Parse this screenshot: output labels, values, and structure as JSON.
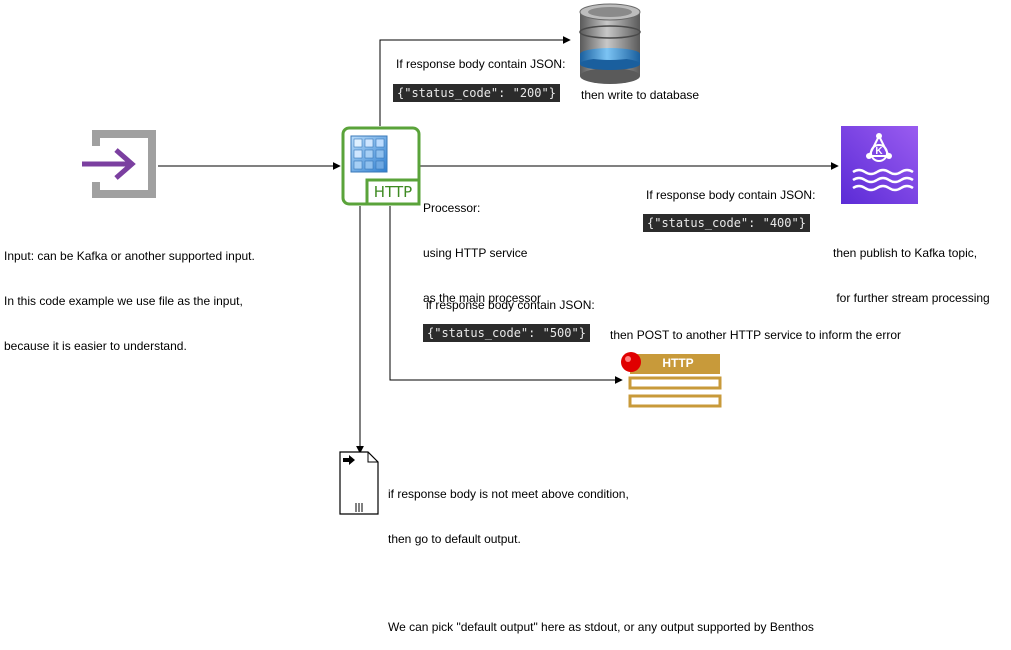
{
  "input": {
    "text_line1": "Input: can be Kafka or another supported input.",
    "text_line2": "In this code example we use file as the input,",
    "text_line3": "because it is easier to understand.",
    "icon": "input-arrow-icon"
  },
  "processor": {
    "badge": "HTTP",
    "text_line1": "Processor:",
    "text_line2": "using HTTP service",
    "text_line3": "as the main processor",
    "icon": "http-service-icon"
  },
  "database_branch": {
    "condition": "If response body contain JSON:",
    "code": "{\"status_code\": \"200\"}",
    "action": "then write to database",
    "icon": "database-icon"
  },
  "kafka_branch": {
    "condition": "If response body contain JSON:",
    "code": "{\"status_code\": \"400\"}",
    "action_line1": "then publish to Kafka topic,",
    "action_line2": " for further stream processing",
    "icon_letter": "K",
    "icon": "kafka-icon"
  },
  "error_branch": {
    "condition": "if response body contain JSON:",
    "code": "{\"status_code\": \"500\"}",
    "action": "then POST to another HTTP service to inform the error",
    "badge": "HTTP",
    "icon": "http-error-icon"
  },
  "default_branch": {
    "line1": "if response body is not meet above condition,",
    "line2": "then go to default output.",
    "line3": "We can pick \"default output\" here as stdout, or any output supported by Benthos",
    "icon": "output-file-icon"
  },
  "colors": {
    "input_arrow": "#7b3fa0",
    "processor_border": "#5aa33a",
    "kafka_bg": "#7b3fe4",
    "database_gray": "#7a7a7a",
    "database_blue": "#2f8fd8",
    "http_gold": "#c89a3a",
    "error_red": "#e00000",
    "code_bg": "#2b2b2b"
  }
}
